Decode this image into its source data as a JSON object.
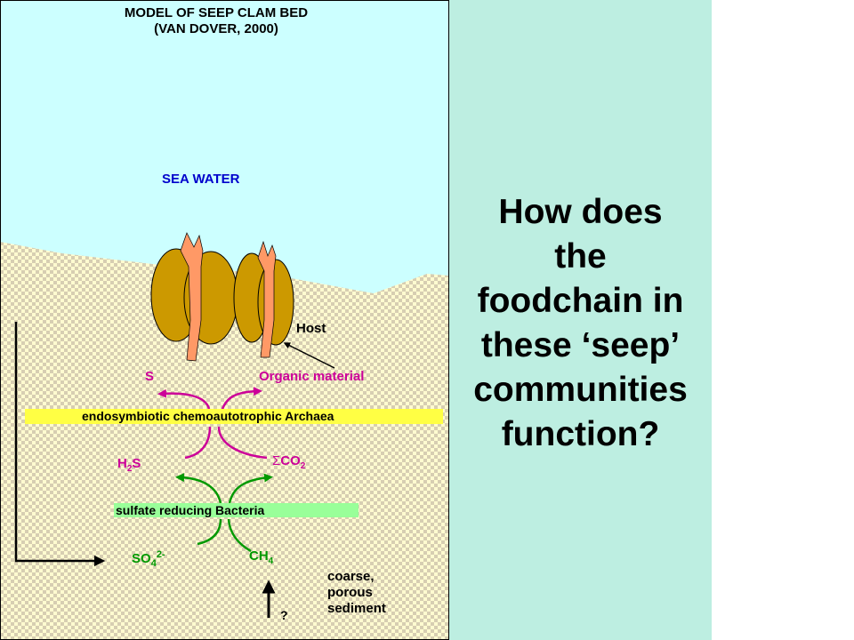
{
  "diagram": {
    "title_line1": "MODEL OF SEEP CLAM BED",
    "title_line2": "(VAN DOVER, 2000)",
    "sea_water_label": "SEA WATER",
    "host_label": "Host",
    "s_label": "S",
    "organic_label": "Organic material",
    "archaea_label": "endosymbiotic chemoautotrophic Archaea",
    "h2s_label": {
      "main": "H",
      "sub": "2",
      "tail": "S"
    },
    "co2_label": {
      "sigma": "Σ",
      "main": "CO",
      "sub": "2"
    },
    "bacteria_label": "sulfate reducing Bacteria",
    "so4_label": {
      "main": "SO",
      "sub": "4",
      "sup": "2-"
    },
    "ch4_label": {
      "main": "CH",
      "sub": "4"
    },
    "sediment_line1": "coarse,",
    "sediment_line2": "porous",
    "sediment_line3": "sediment",
    "question_mark": "?",
    "colors": {
      "sea": "#ccffff",
      "sediment": "#fffbd0",
      "archaea_band": "#ffff44",
      "bacteria_band": "#99ff99",
      "magenta": "#cc0099",
      "green": "#009900",
      "blue_label": "#0000cc",
      "clam_shell": "#cc9900",
      "clam_siphon": "#ff9966"
    }
  },
  "question": {
    "lines": [
      "How does",
      "the",
      "foodchain in",
      "these ‘seep’",
      "communities",
      "function?"
    ]
  }
}
